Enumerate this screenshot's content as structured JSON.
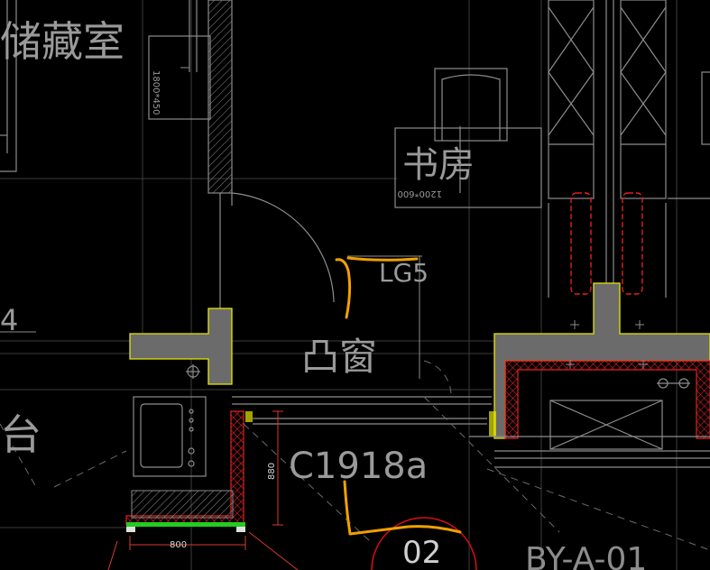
{
  "labels": {
    "room_top_left": "储藏室",
    "room_mid": "书房",
    "size_top_left": "1800*450",
    "size_mid": "1200*600",
    "tag_lg": "LG5",
    "window_label": "凸窗",
    "window_code": "C1918a",
    "left_fragment_num": "4",
    "left_fragment_char": "台",
    "dim_vertical": "880",
    "dim_horizontal": "800",
    "circle_number": "02",
    "bottom_code": "BY-A-01"
  },
  "colors": {
    "background": "#000000",
    "line_gray": "#8c8c8c",
    "line_dim": "#4a4a4a",
    "wall_fill": "#6b6b6b",
    "wall_edge": "#e8e800",
    "hatch_red": "#e02020",
    "markup_orange": "#f0a000",
    "insulation_green": "#22cc22",
    "dim_red": "#d83a2a",
    "circle_red": "#d81010",
    "text_gray": "#9a9a9a"
  }
}
